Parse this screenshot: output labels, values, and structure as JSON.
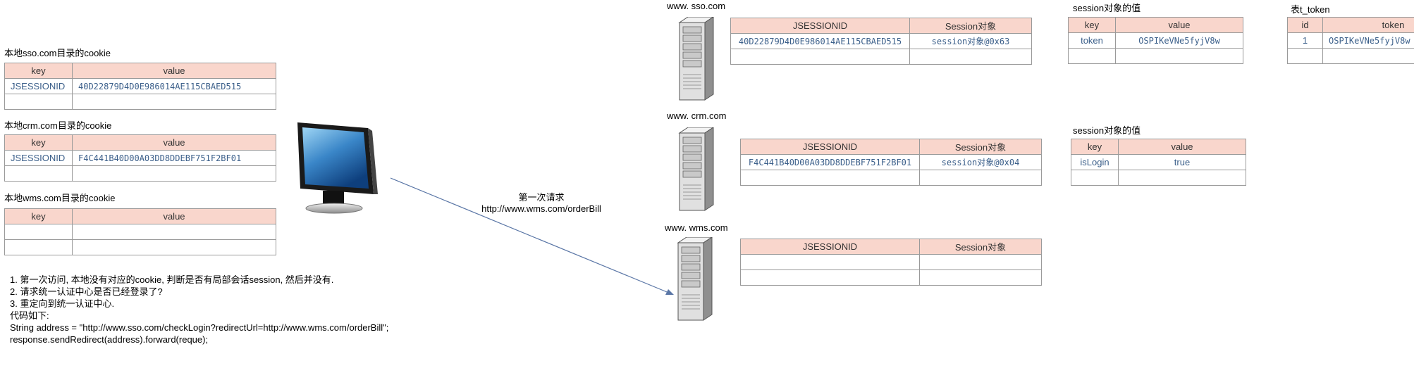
{
  "local_cookies": [
    {
      "caption": "本地sso.com目录的cookie",
      "headers": [
        "key",
        "value"
      ],
      "rows": [
        [
          "JSESSIONID",
          "40D22879D4D0E986014AE115CBAED515"
        ],
        [
          "",
          ""
        ]
      ]
    },
    {
      "caption": "本地crm.com目录的cookie",
      "headers": [
        "key",
        "value"
      ],
      "rows": [
        [
          "JSESSIONID",
          "F4C441B40D00A03DD8DDEBF751F2BF01"
        ],
        [
          "",
          ""
        ]
      ]
    },
    {
      "caption": "本地wms.com目录的cookie",
      "headers": [
        "key",
        "value"
      ],
      "rows": [
        [
          "",
          ""
        ],
        [
          "",
          ""
        ]
      ]
    }
  ],
  "request_label": {
    "line1": "第一次请求",
    "line2": "http://www.wms.com/orderBill"
  },
  "notes": [
    "1. 第一次访问, 本地没有对应的cookie, 判断是否有局部会话session, 然后并没有.",
    "2. 请求统一认证中心是否已经登录了?",
    "3. 重定向到统一认证中心.",
    "代码如下:",
    "String address = \"http://www.sso.com/checkLogin?redirectUrl=http://www.wms.com/orderBill\";",
    "response.sendRedirect(address).forward(reque);"
  ],
  "servers": [
    {
      "name": "www. sso.com",
      "headers": [
        "JSESSIONID",
        "Session对象"
      ],
      "rows": [
        [
          "40D22879D4D0E986014AE115CBAED515",
          "session对象@0x63"
        ],
        [
          "",
          ""
        ]
      ]
    },
    {
      "name": "www. crm.com",
      "headers": [
        "JSESSIONID",
        "Session对象"
      ],
      "rows": [
        [
          "F4C441B40D00A03DD8DDEBF751F2BF01",
          "session对象@0x04"
        ],
        [
          "",
          ""
        ]
      ]
    },
    {
      "name": "www. wms.com",
      "headers": [
        "JSESSIONID",
        "Session对象"
      ],
      "rows": [
        [
          "",
          ""
        ],
        [
          "",
          ""
        ]
      ]
    }
  ],
  "sso_session_values": {
    "caption": "session对象的值",
    "headers": [
      "key",
      "value"
    ],
    "rows": [
      [
        "token",
        "OSPIKeVNe5fyjV8w"
      ],
      [
        "",
        ""
      ]
    ]
  },
  "crm_session_values": {
    "caption": "session对象的值",
    "headers": [
      "key",
      "value"
    ],
    "rows": [
      [
        "isLogin",
        "true"
      ],
      [
        "",
        ""
      ]
    ]
  },
  "token_table": {
    "caption": "表t_token",
    "headers": [
      "id",
      "token"
    ],
    "rows": [
      [
        "1",
        "OSPIKeVNe5fyjV8w"
      ],
      [
        "",
        ""
      ]
    ]
  }
}
